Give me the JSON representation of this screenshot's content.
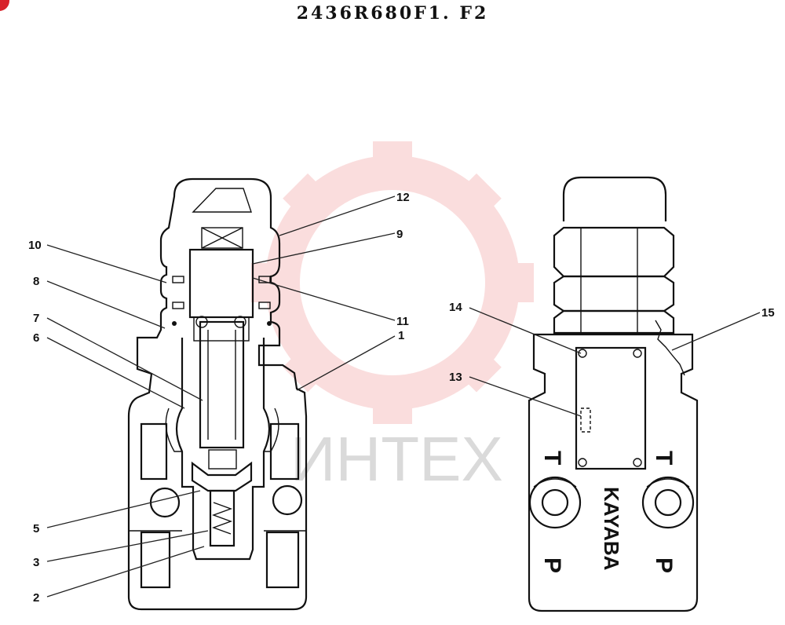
{
  "title": "2436R680F1. F2",
  "watermark": {
    "text": "ИНТЕХ",
    "color": "#f2b4b4"
  },
  "brand_embossed": "KAYABA",
  "port_letters": {
    "left_top": "T",
    "right_top": "T",
    "left_bottom": "P",
    "right_bottom": "P"
  },
  "callouts": [
    "12",
    "9",
    "10",
    "8",
    "11",
    "7",
    "6",
    "1",
    "5",
    "3",
    "2",
    "14",
    "13",
    "15"
  ],
  "colors": {
    "line": "#111111",
    "corner_badge": "#d8222a"
  }
}
